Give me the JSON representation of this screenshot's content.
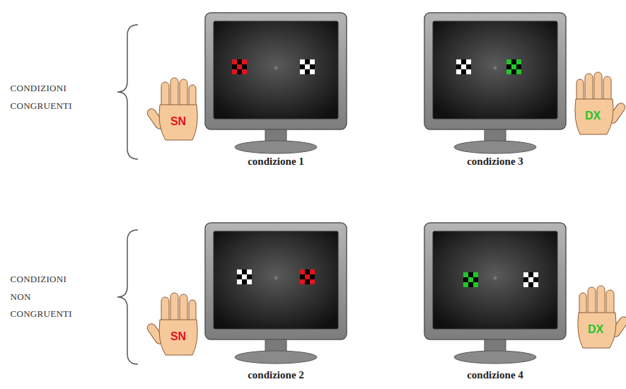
{
  "diagram": {
    "labels": [
      "CONDIZIONI CONGRUENTI",
      "SN",
      "condizione 1",
      "DX",
      "condizione 3",
      "CONDIZIONI NON CONGRUENTI",
      "SN",
      "condizione 2",
      "DX",
      "condizione 4"
    ]
  }
}
